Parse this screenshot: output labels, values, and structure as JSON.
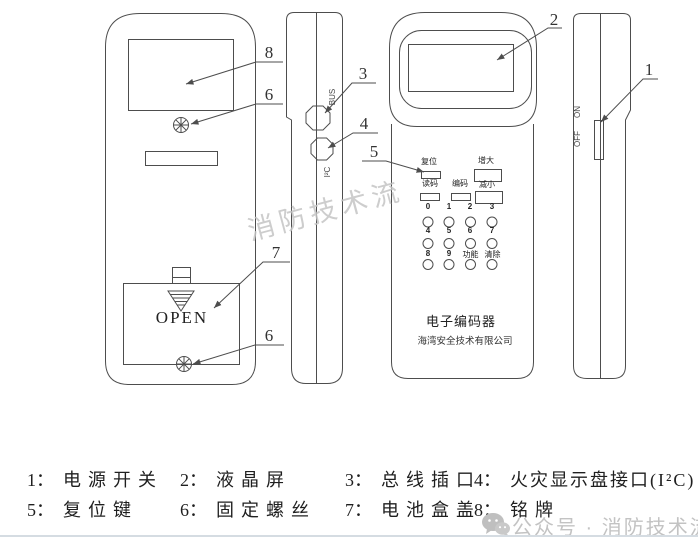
{
  "watermark": {
    "text": "消防技术流"
  },
  "callouts": {
    "n1": "1",
    "n2": "2",
    "n3": "3",
    "n4": "4",
    "n5": "5",
    "n6": "6",
    "n7": "7",
    "n8": "8"
  },
  "front_view": {
    "open_label": "OPEN"
  },
  "side_view_left": {
    "bus_label": "BUS",
    "i2c_label": "I²C"
  },
  "side_view_right": {
    "on_label": "ON",
    "off_label": "OFF"
  },
  "keypad_view": {
    "title": "电子编码器",
    "company": "海湾安全技术有限公司",
    "buttons": {
      "reset": "复位",
      "increase": "增大",
      "read": "读码",
      "write": "编码",
      "decrease": "减小",
      "function": "功能",
      "clear": "清除"
    },
    "digits": [
      "0",
      "1",
      "2",
      "3",
      "4",
      "5",
      "6",
      "7",
      "8",
      "9"
    ]
  },
  "legend": {
    "items": [
      {
        "num": "1：",
        "label": "电源开关"
      },
      {
        "num": "2：",
        "label": "液晶屏"
      },
      {
        "num": "3：",
        "label": "总线插口"
      },
      {
        "num": "4：",
        "label": "火灾显示盘接口(I²C)"
      },
      {
        "num": "5：",
        "label": "复位键"
      },
      {
        "num": "6：",
        "label": "固定螺丝"
      },
      {
        "num": "7：",
        "label": "电池盒盖"
      },
      {
        "num": "8：",
        "label": "铭牌"
      }
    ]
  },
  "footer": {
    "wechat_label": "公众号 · 消防技术流"
  },
  "colors": {
    "line": "#4d4d4d",
    "text": "#1f1f1f",
    "watermark": "#c5c5c5",
    "footer_text": "#c3c3c3"
  }
}
